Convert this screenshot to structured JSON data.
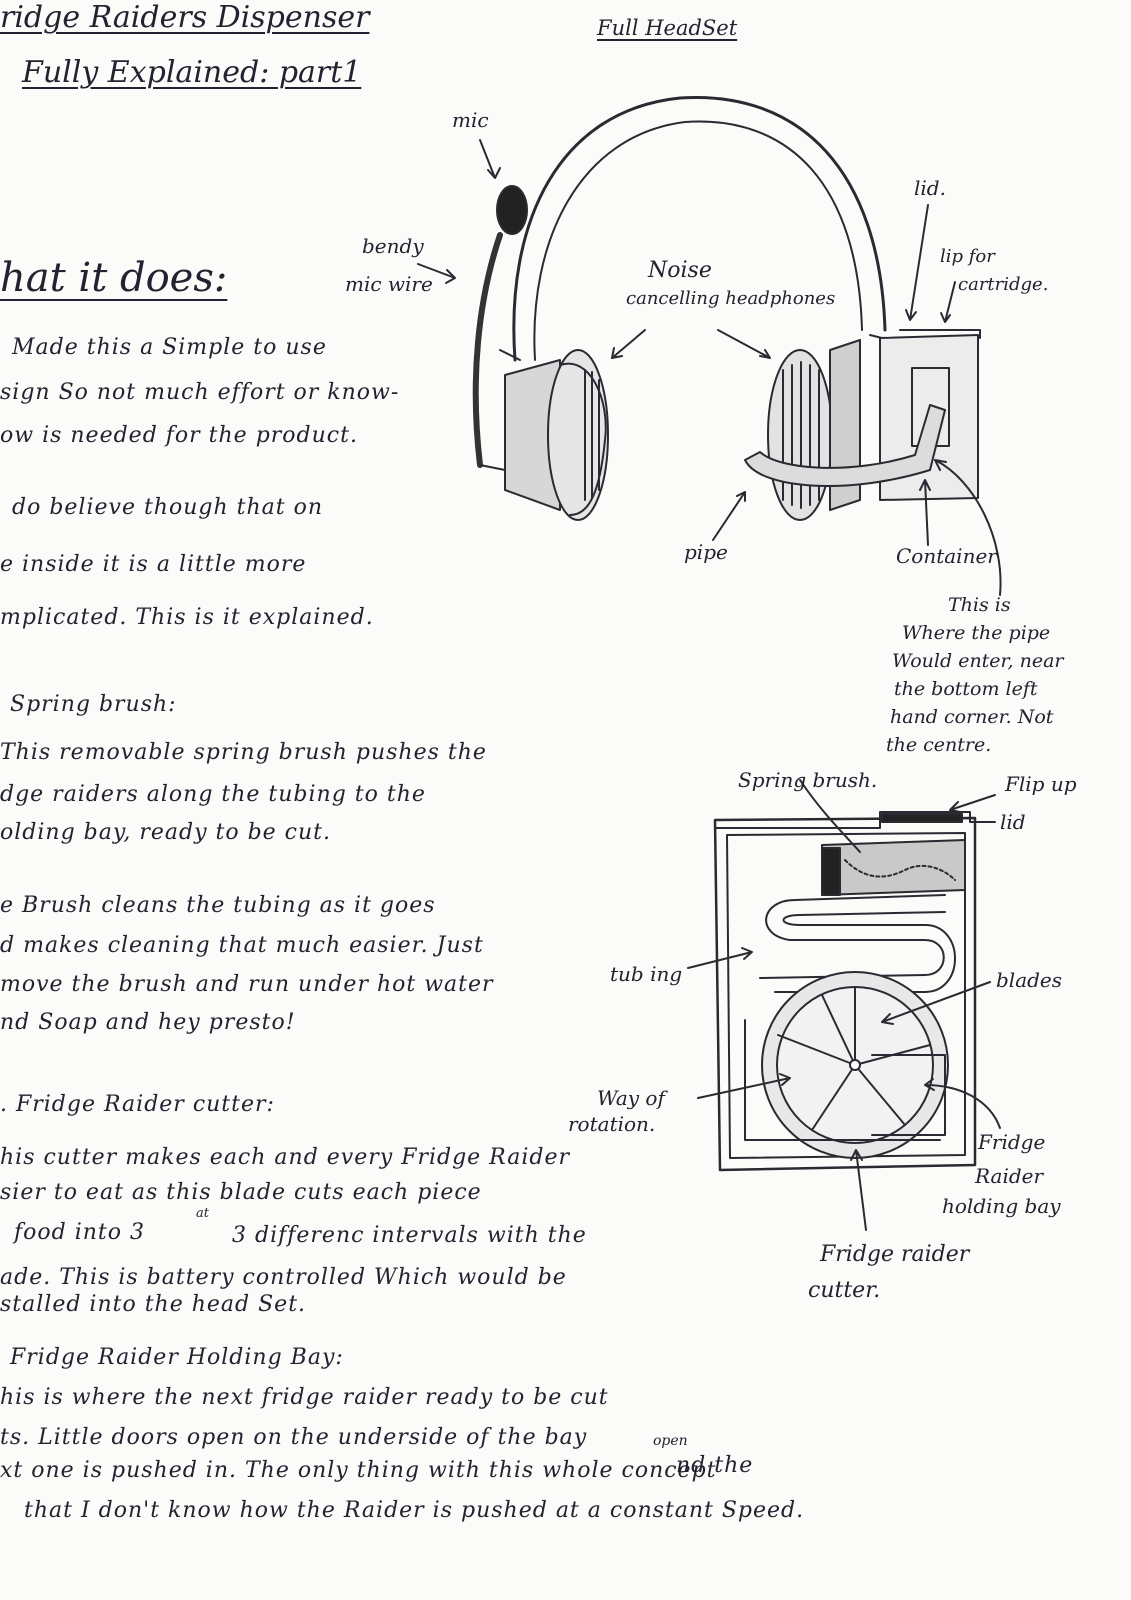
{
  "title_line1": "ridge Raiders Dispenser",
  "title_line2": "Fully Explained: part1",
  "full_headset_label": "Full HeadSet",
  "what_it_does_heading": "hat it does:",
  "intro_lines": [
    "Made this a Simple to use",
    "sign So not much effort or know-",
    "ow is needed for the product.",
    "do believe though that on",
    "e inside it is a little more",
    "mplicated. This is it explained."
  ],
  "spring_brush_heading": "Spring brush:",
  "spring_brush_lines": [
    "This removable spring brush pushes the",
    "dge raiders along the tubing to the",
    "olding bay, ready to be cut.",
    "e Brush cleans the tubing as it goes",
    "d makes cleaning that much easier. Just",
    "move the brush and run under hot water",
    "nd Soap and hey presto!"
  ],
  "cutter_heading": ". Fridge Raider cutter:",
  "cutter_lines": [
    "his cutter makes each and every Fridge Raider",
    "sier to eat as this blade cuts each piece",
    "food into 3",
    "3 differenc intervals with the",
    "ade. This is battery controlled Which would be",
    "stalled into the head Set."
  ],
  "cutter_insert": "at",
  "holding_bay_heading": "Fridge Raider Holding Bay:",
  "holding_bay_lines": [
    "his is where the next fridge raider ready to be cut",
    "ts. Little doors open on the underside of the bay",
    "nd the",
    "xt one is pushed in. The only thing with this whole concept",
    "that I don't know how the Raider is pushed at a constant Speed."
  ],
  "holding_bay_insert": "open",
  "headset_labels": {
    "mic": "mic",
    "bendy_line1": "bendy",
    "bendy_line2": "mic wire",
    "noise_line1": "Noise",
    "noise_line2": "cancelling headphones",
    "lid": "lid.",
    "lip_line1": "lip for",
    "lip_line2": "cartridge.",
    "pipe": "pipe",
    "container": "Container",
    "note_lines": [
      "This is",
      "Where the pipe",
      "Would enter, near",
      "the bottom left",
      "hand corner. Not",
      "the centre."
    ]
  },
  "dispenser_labels": {
    "spring_brush": "Spring brush.",
    "flip_up_line1": "Flip up",
    "flip_up_line2": "lid",
    "tubing": "tub ing",
    "blades": "blades",
    "way_line1": "Way of",
    "way_line2": "rotation.",
    "bay_line1": "Fridge",
    "bay_line2": "Raider",
    "bay_line3": "holding bay",
    "cutter_line1": "Fridge raider",
    "cutter_line2": "cutter."
  }
}
